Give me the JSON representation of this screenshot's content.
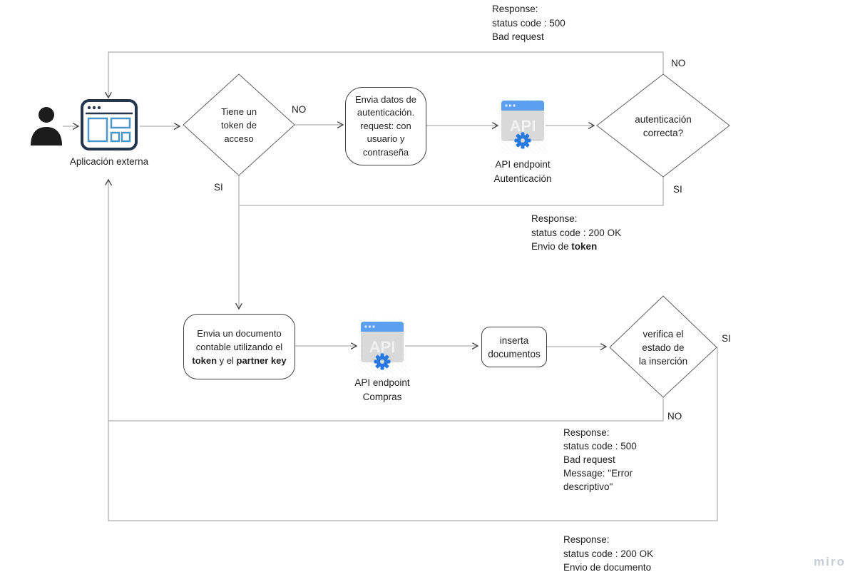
{
  "nodes": {
    "external_app": {
      "label": "Aplicación externa"
    },
    "decision_token": {
      "text": "Tiene un\ntoken de\nacceso"
    },
    "process_auth": {
      "text": "Envia datos de\nautenticación.\nrequest: con\nusuario y\ncontraseña"
    },
    "api_auth": {
      "icon_text": "API",
      "label": "API endpoint\nAutenticación"
    },
    "decision_auth": {
      "text": "autenticación\ncorrecta?"
    },
    "process_doc": {
      "line1": "Envia un documento",
      "line2": "contable utilizando el",
      "bold1": "token",
      "sep": " y el ",
      "bold2": "partner key"
    },
    "api_purchases": {
      "icon_text": "API",
      "label": "API endpoint\nCompras"
    },
    "process_insert": {
      "text": "inserta\ndocumentos"
    },
    "decision_verify": {
      "text": "verifica el\nestado de\nla inserción"
    }
  },
  "edge_labels": {
    "token_no": "NO",
    "token_si": "SI",
    "auth_no": "NO",
    "auth_si": "SI",
    "verify_no": "NO",
    "verify_si": "SI"
  },
  "annotations": {
    "auth_error": {
      "text": "Response:\nstatus code : 500\nBad request"
    },
    "auth_ok": {
      "head": "Response:\nstatus code : 200 OK",
      "tail_prefix": "Envio de ",
      "tail_bold": "token"
    },
    "insert_error": {
      "text": "Response:\nstatus code : 500\nBad request\nMessage: \"Error\ndescriptivo\""
    },
    "insert_ok": {
      "text": "Response:\nstatus code : 200 OK\nEnvio de documento"
    }
  },
  "watermark": "miro",
  "colors": {
    "api_header_blue": "#5b9ff1",
    "gear_blue": "#2778e0",
    "app_navy": "#24364b",
    "app_blue": "#4a97cb",
    "connector_gray": "#9b9b9b",
    "shape_border": "#4a4a4a",
    "watermark_gray": "#c9cdd8"
  }
}
